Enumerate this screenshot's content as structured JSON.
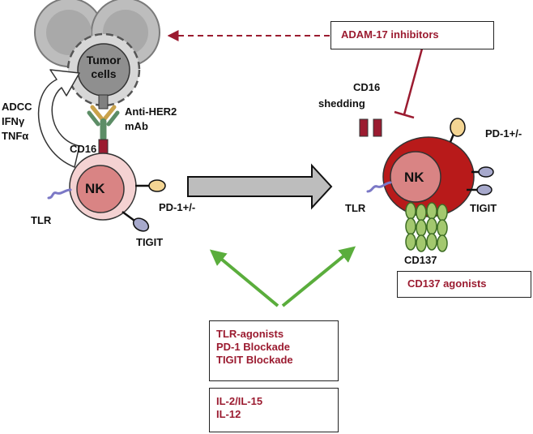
{
  "colors": {
    "dark_red": "#9b1b30",
    "green_arrow": "#5aad3c",
    "tumor_gray": "#b9b9b9",
    "nk_pink": "#f3cdcd",
    "nk_nucleus": "#d77d7d",
    "nk_activated": "#b31a1a"
  },
  "tumor": {
    "label": "Tumor cells"
  },
  "left_cell": {
    "effector_lines": [
      "ADCC",
      "IFNγ",
      "TNFα"
    ],
    "antibody_lines": [
      "Anti-HER2",
      "mAb"
    ],
    "cd16": "CD16",
    "nk": "NK",
    "tlr": "TLR",
    "pd1": "PD-1+/-",
    "tigit": "TIGIT"
  },
  "right_cell": {
    "adam_box": "ADAM-17 inhibitors",
    "shedding_lines": [
      "CD16",
      "shedding"
    ],
    "nk": "NK",
    "pd1": "PD-1+/-",
    "tlr": "TLR",
    "tigit": "TIGIT",
    "cd137": "CD137",
    "cd137_box": "CD137 agonists"
  },
  "bottom_boxes": {
    "box1": [
      "TLR-agonists",
      "PD-1 Blockade",
      "TIGIT Blockade"
    ],
    "box2": [
      "IL-2/IL-15",
      "IL-12"
    ]
  }
}
